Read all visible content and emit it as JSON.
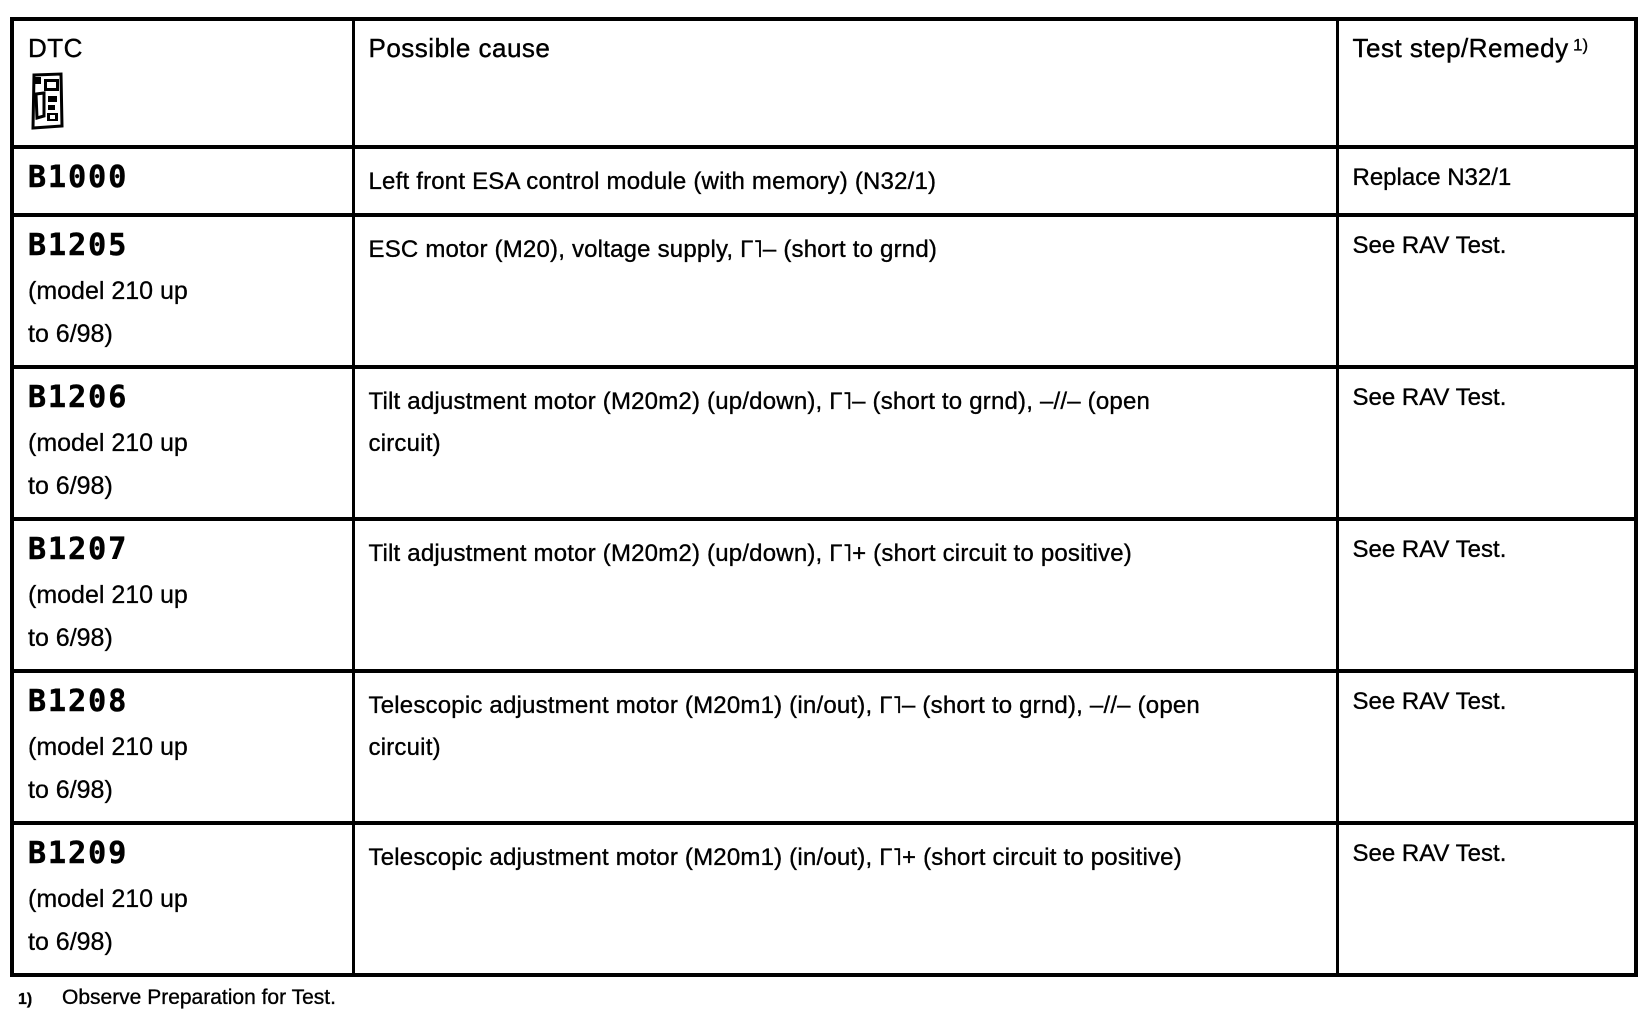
{
  "colors": {
    "ink": "#000000",
    "paper": "#ffffff"
  },
  "table": {
    "header": {
      "dtc_label": "DTC",
      "dtc_icon": "diagnostic-tester-icon",
      "cause_label": "Possible cause",
      "remedy_label": "Test step/Remedy",
      "remedy_superscript": "1)"
    },
    "rows": [
      {
        "dtc": "B1000",
        "model": "",
        "cause": "Left front ESA control module (with memory) (N32/1)",
        "remedy": "Replace N32/1"
      },
      {
        "dtc": "B1205",
        "model": "(model 210 up\nto 6/98)",
        "cause": "ESC motor (M20), voltage supply, Γ˥– (short to grnd)",
        "remedy": "See RAV Test."
      },
      {
        "dtc": "B1206",
        "model": "(model 210 up\nto 6/98)",
        "cause": "Tilt adjustment motor (M20m2) (up/down), Γ˥– (short to grnd), –//– (open\ncircuit)",
        "remedy": "See RAV Test."
      },
      {
        "dtc": "B1207",
        "model": "(model 210 up\nto 6/98)",
        "cause": "Tilt adjustment motor (M20m2) (up/down), Γ˥+ (short circuit to positive)",
        "remedy": "See RAV Test."
      },
      {
        "dtc": "B1208",
        "model": "(model 210 up\nto 6/98)",
        "cause": "Telescopic adjustment motor (M20m1) (in/out), Γ˥– (short to grnd), –//– (open\ncircuit)",
        "remedy": "See RAV Test."
      },
      {
        "dtc": "B1209",
        "model": "(model 210 up\nto 6/98)",
        "cause": "Telescopic adjustment motor (M20m1) (in/out), Γ˥+ (short circuit to positive)",
        "remedy": "See RAV Test."
      }
    ]
  },
  "footnote": {
    "marker": "1)",
    "text": "Observe Preparation for Test."
  }
}
